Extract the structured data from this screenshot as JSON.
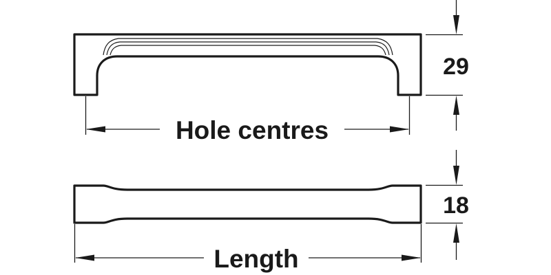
{
  "dimensions": {
    "hole_centres": "Hole centres",
    "length": "Length",
    "height": "29",
    "depth": "18"
  },
  "colors": {
    "line": "#1a1a1a",
    "background": "#ffffff"
  }
}
